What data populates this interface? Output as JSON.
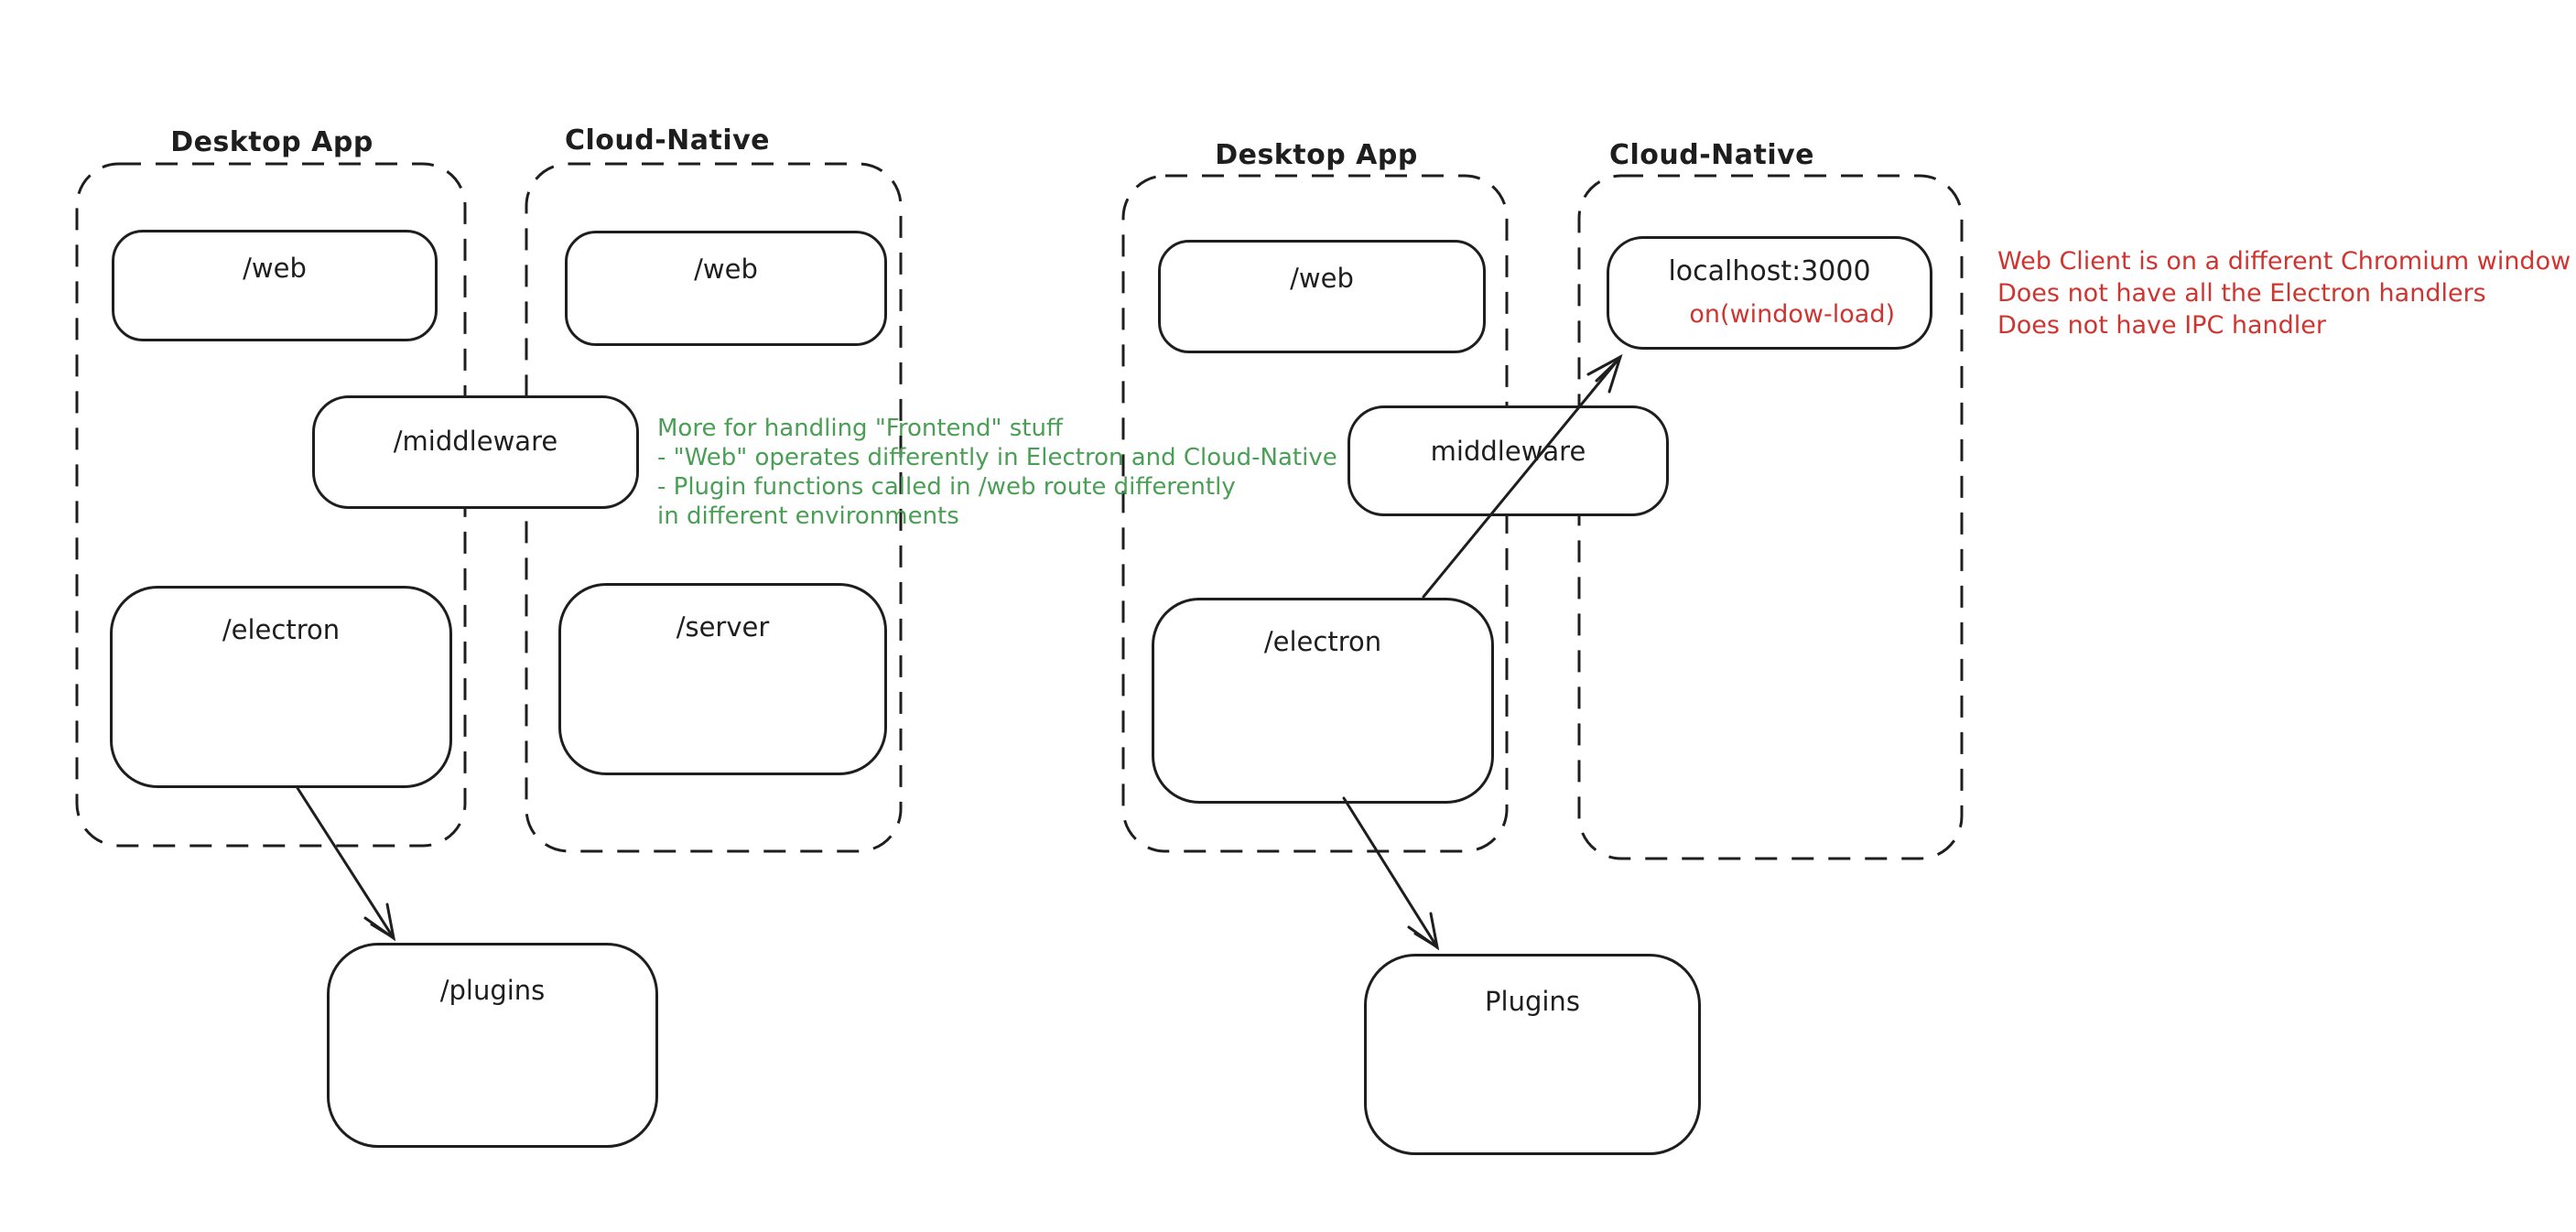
{
  "left": {
    "desktop_label": "Desktop App",
    "cloud_label": "Cloud-Native",
    "web_desktop": "/web",
    "web_cloud": "/web",
    "middleware": "/middleware",
    "electron": "/electron",
    "server": "/server",
    "plugins": "/plugins"
  },
  "right": {
    "desktop_label": "Desktop App",
    "cloud_label": "Cloud-Native",
    "web": "/web",
    "localhost": "localhost:3000",
    "window_load": "on(window-load)",
    "middleware": "middleware",
    "electron": "/electron",
    "plugins": "Plugins"
  },
  "notes": {
    "green_line1": "More for handling \"Frontend\" stuff",
    "green_line2": "- \"Web\" operates differently in Electron and Cloud-Native",
    "green_line3": "- Plugin functions called in /web route differently",
    "green_line4": "in different environments",
    "red_line1": "Web Client is on a different Chromium window",
    "red_line2": "Does not have all the Electron handlers",
    "red_line3": "Does not have IPC handler"
  },
  "colors": {
    "ink": "#1e1e1e",
    "green": "#4a9e55",
    "red": "#cf3530",
    "background": "#ffffff"
  }
}
